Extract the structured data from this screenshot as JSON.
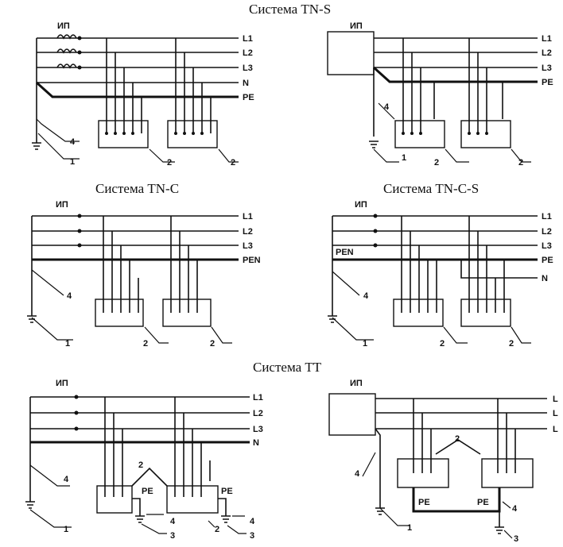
{
  "titles": {
    "tns": "Система TN-S",
    "tnc": "Система TN-C",
    "tncs": "Система TN-C-S",
    "tt": "Система TT"
  },
  "source_label": "ИП",
  "lines": {
    "l1": "L1",
    "l2": "L2",
    "l3": "L3",
    "n": "N",
    "pe": "PE",
    "pen": "PEN",
    "l": "L"
  },
  "callouts": {
    "one": "1",
    "two": "2",
    "three": "3",
    "four": "4"
  }
}
